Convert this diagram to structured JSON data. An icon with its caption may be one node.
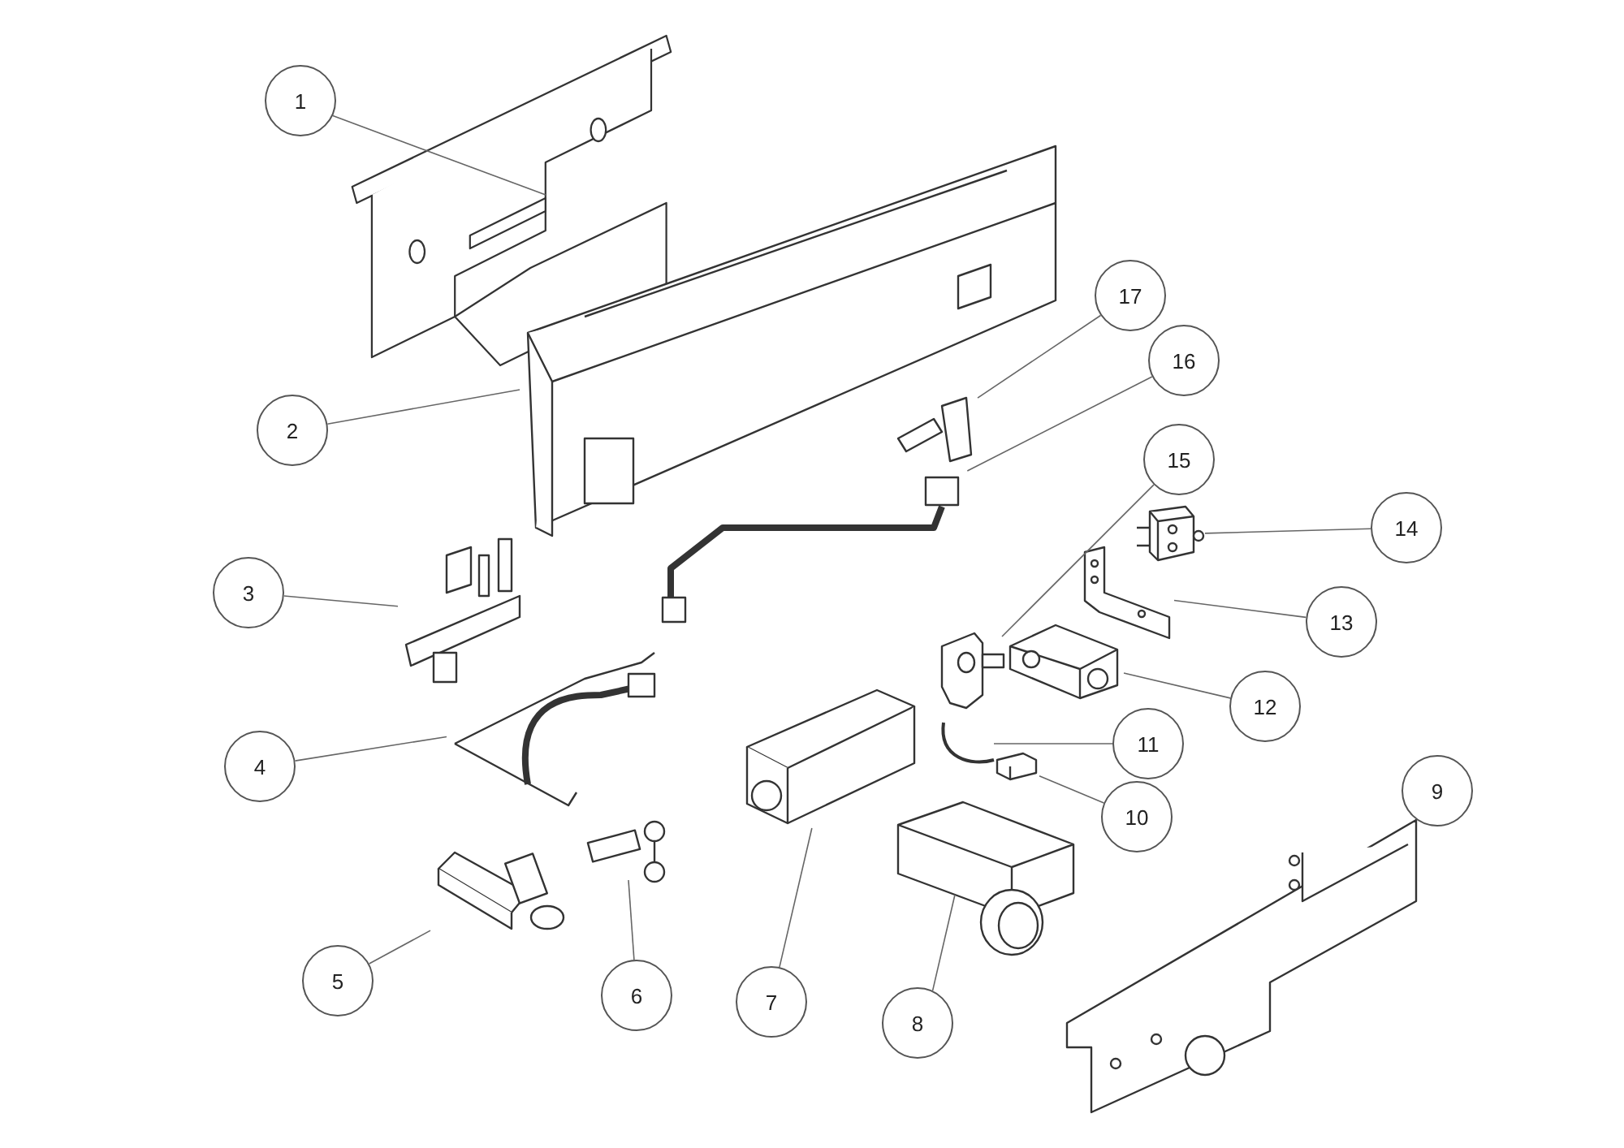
{
  "diagram": {
    "nodes": [
      {
        "text": [
          "1"
        ]
      },
      {
        "text": [
          "2"
        ]
      },
      {
        "text": [
          "3"
        ]
      },
      {
        "text": [
          "4"
        ]
      },
      {
        "text": [
          "5"
        ]
      },
      {
        "text": [
          "6"
        ]
      },
      {
        "text": [
          "7"
        ]
      },
      {
        "text": [
          "8"
        ]
      },
      {
        "text": [
          "9"
        ]
      },
      {
        "text": [
          "10"
        ]
      },
      {
        "text": [
          "11"
        ]
      },
      {
        "text": [
          "12"
        ]
      },
      {
        "text": [
          "13"
        ]
      },
      {
        "text": [
          "14"
        ]
      },
      {
        "text": [
          "15"
        ]
      },
      {
        "text": [
          "16"
        ]
      },
      {
        "text": [
          "17"
        ]
      },
      {
        "text": [],
        "shape": "picture"
      },
      {
        "text": [],
        "shape": "picture"
      },
      {
        "text": [],
        "shape": "picture"
      },
      {
        "text": [],
        "shape": "picture"
      },
      {
        "text": [],
        "shape": "picture"
      },
      {
        "text": [],
        "shape": "picture"
      },
      {
        "text": [],
        "shape": "picture"
      },
      {
        "text": [],
        "shape": "picture"
      },
      {
        "text": [],
        "shape": "picture"
      },
      {
        "text": [],
        "shape": "picture"
      },
      {
        "text": [],
        "shape": "picture"
      },
      {
        "text": [],
        "shape": "picture"
      },
      {
        "text": [],
        "shape": "picture"
      },
      {
        "text": [],
        "shape": "picture"
      },
      {
        "text": [],
        "shape": "picture"
      },
      {
        "text": [],
        "shape": "picture"
      },
      {
        "text": [],
        "shape": "picture"
      }
    ],
    "edges": [
      {
        "from": 0,
        "to": 17,
        "arrow": "none"
      },
      {
        "from": 1,
        "to": 18,
        "arrow": "none"
      },
      {
        "from": 2,
        "to": 19,
        "arrow": "none"
      },
      {
        "from": 3,
        "to": 20,
        "arrow": "none"
      },
      {
        "from": 4,
        "to": 21,
        "arrow": "none"
      },
      {
        "from": 5,
        "to": 22,
        "arrow": "none"
      },
      {
        "from": 6,
        "to": 23,
        "arrow": "none"
      },
      {
        "from": 7,
        "to": 24,
        "arrow": "none"
      },
      {
        "from": 8,
        "to": 25,
        "arrow": "none"
      },
      {
        "from": 9,
        "to": 26,
        "arrow": "none"
      },
      {
        "from": 10,
        "to": 27,
        "arrow": "none"
      },
      {
        "from": 11,
        "to": 28,
        "arrow": "none"
      },
      {
        "from": 12,
        "to": 29,
        "arrow": "none"
      },
      {
        "from": 13,
        "to": 30,
        "arrow": "none"
      },
      {
        "from": 14,
        "to": 31,
        "arrow": "none"
      },
      {
        "from": 15,
        "to": 32,
        "arrow": "none"
      },
      {
        "from": 16,
        "to": 33,
        "arrow": "none"
      }
    ]
  }
}
